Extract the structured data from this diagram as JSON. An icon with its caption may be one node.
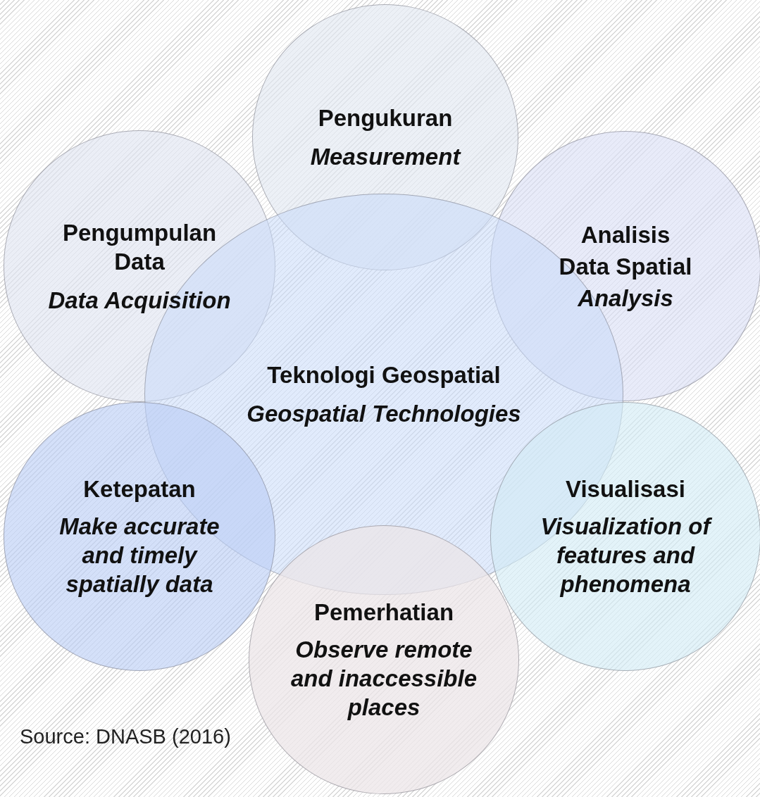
{
  "diagram": {
    "nodes": [
      {
        "text": [
          "Pengukuran",
          "Measurement"
        ]
      },
      {
        "text": [
          "Pengumpulan Data",
          "Data Acquisition"
        ]
      },
      {
        "text": [
          "Analisis",
          "Data Spatial",
          "Analysis"
        ]
      },
      {
        "text": [
          "Teknologi Geospatial",
          "Geospatial Technologies"
        ]
      },
      {
        "text": [
          "Ketepatan",
          "Make accurate and timely spatially data"
        ]
      },
      {
        "text": [
          "Visualisasi",
          "Visualization of features and phenomena"
        ]
      },
      {
        "text": [
          "Pemerhatian",
          "Observe remote and inaccessible places"
        ]
      }
    ],
    "labels": [
      "Source: DNASB (2016)"
    ]
  }
}
